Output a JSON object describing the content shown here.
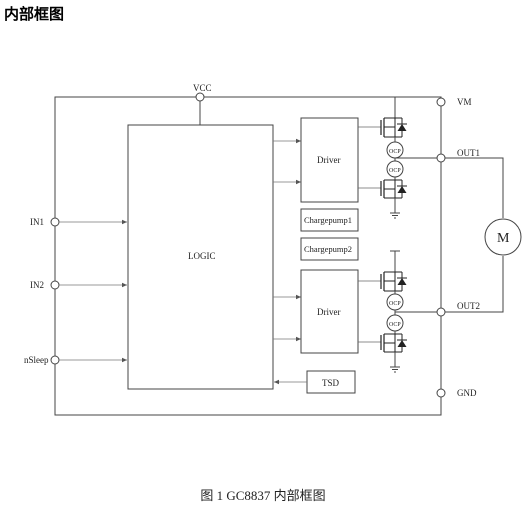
{
  "heading": "内部框图",
  "caption": "图 1 GC8837 内部框图",
  "labels": {
    "vcc": "VCC",
    "vm": "VM",
    "out1": "OUT1",
    "out2": "OUT2",
    "gnd": "GND",
    "in1": "IN1",
    "in2": "IN2",
    "nsleep": "nSleep",
    "logic": "LOGIC",
    "driver1": "Driver",
    "driver2": "Driver",
    "chargepump1": "Chargepump1",
    "chargepump2": "Chargepump2",
    "tsd": "TSD",
    "motor": "M",
    "ocp": "OCP"
  }
}
